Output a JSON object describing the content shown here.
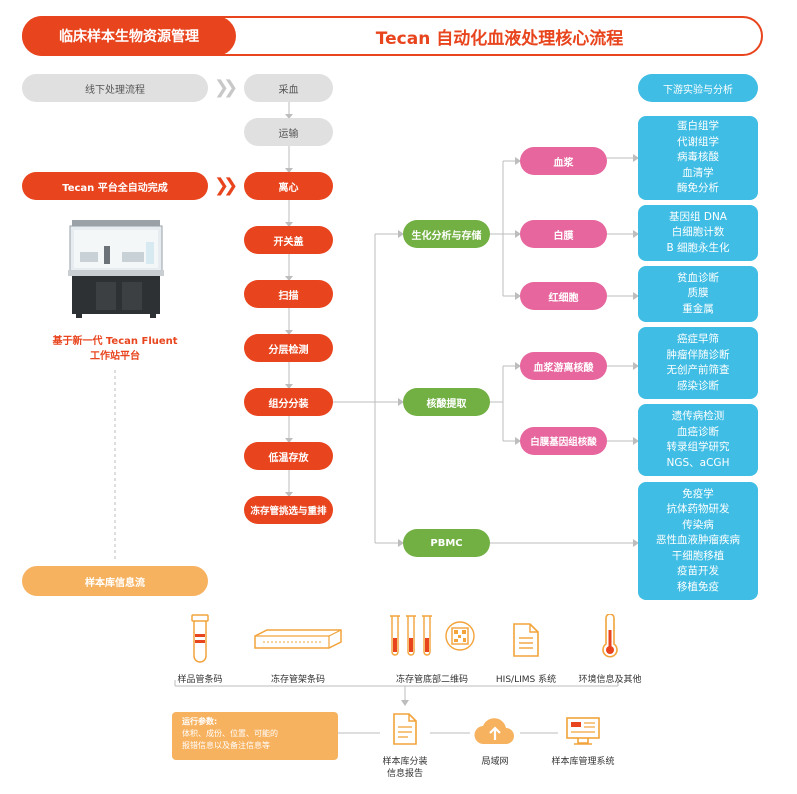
{
  "header": {
    "left_title": "临床样本生物资源管理",
    "right_title": "Tecan 自动化血液处理核心流程"
  },
  "left_column": {
    "offline_label": "线下处理流程",
    "auto_label": "Tecan 平台全自动完成",
    "platform_caption_line1": "基于新一代 Tecan Fluent",
    "platform_caption_line2": "工作站平台",
    "info_flow_label": "样本库信息流"
  },
  "process_steps": [
    {
      "label": "采血",
      "style": "gray"
    },
    {
      "label": "运输",
      "style": "gray"
    },
    {
      "label": "离心",
      "style": "red"
    },
    {
      "label": "开关盖",
      "style": "red"
    },
    {
      "label": "扫描",
      "style": "red"
    },
    {
      "label": "分层检测",
      "style": "red"
    },
    {
      "label": "组分分装",
      "style": "red"
    },
    {
      "label": "低温存放",
      "style": "red"
    },
    {
      "label": "冻存管挑选与重排",
      "style": "red"
    }
  ],
  "branches": {
    "biochem": "生化分析与存储",
    "nucleic": "核酸提取",
    "pbmc": "PBMC"
  },
  "components": {
    "plasma": "血浆",
    "buffy": "白膜",
    "rbc": "红细胞",
    "cfdna": "血浆游离核酸",
    "buffy_dna": "白膜基因组核酸"
  },
  "downstream": {
    "title": "下游实验与分析",
    "plasma": [
      "蛋白组学",
      "代谢组学",
      "病毒核酸",
      "血清学",
      "酶免分析"
    ],
    "buffy": [
      "基因组 DNA",
      "白细胞计数",
      "B 细胞永生化"
    ],
    "rbc": [
      "贫血诊断",
      "质膜",
      "重金属"
    ],
    "cfdna": [
      "癌症早筛",
      "肿瘤伴随诊断",
      "无创产前筛查",
      "感染诊断"
    ],
    "buffy_dna": [
      "遗传病检测",
      "血癌诊断",
      "转录组学研究",
      "NGS、aCGH"
    ],
    "pbmc": [
      "免疫学",
      "抗体药物研发",
      "传染病",
      "恶性血液肿瘤疾病",
      "干细胞移植",
      "疫苗开发",
      "移植免疫"
    ]
  },
  "info_items": {
    "tube_barcode": "样品管条码",
    "rack_barcode": "冻存管架条码",
    "tube_2d": "冻存管底部二维码",
    "his": "HIS/LIMS 系统",
    "env": "环境信息及其他"
  },
  "run_params": {
    "title": "运行参数:",
    "line1": "体积、成份、位置、可能的",
    "line2": "报错信息以及备注信息等"
  },
  "bottom_items": {
    "report_line1": "样本库分装",
    "report_line2": "信息报告",
    "lan": "局域网",
    "lims": "样本库管理系统"
  },
  "colors": {
    "brand_red": "#e8451e",
    "gray": "#e0e0e0",
    "green": "#72b043",
    "pink": "#e6669d",
    "cyan": "#3fbde4",
    "orange": "#f7b25f"
  }
}
